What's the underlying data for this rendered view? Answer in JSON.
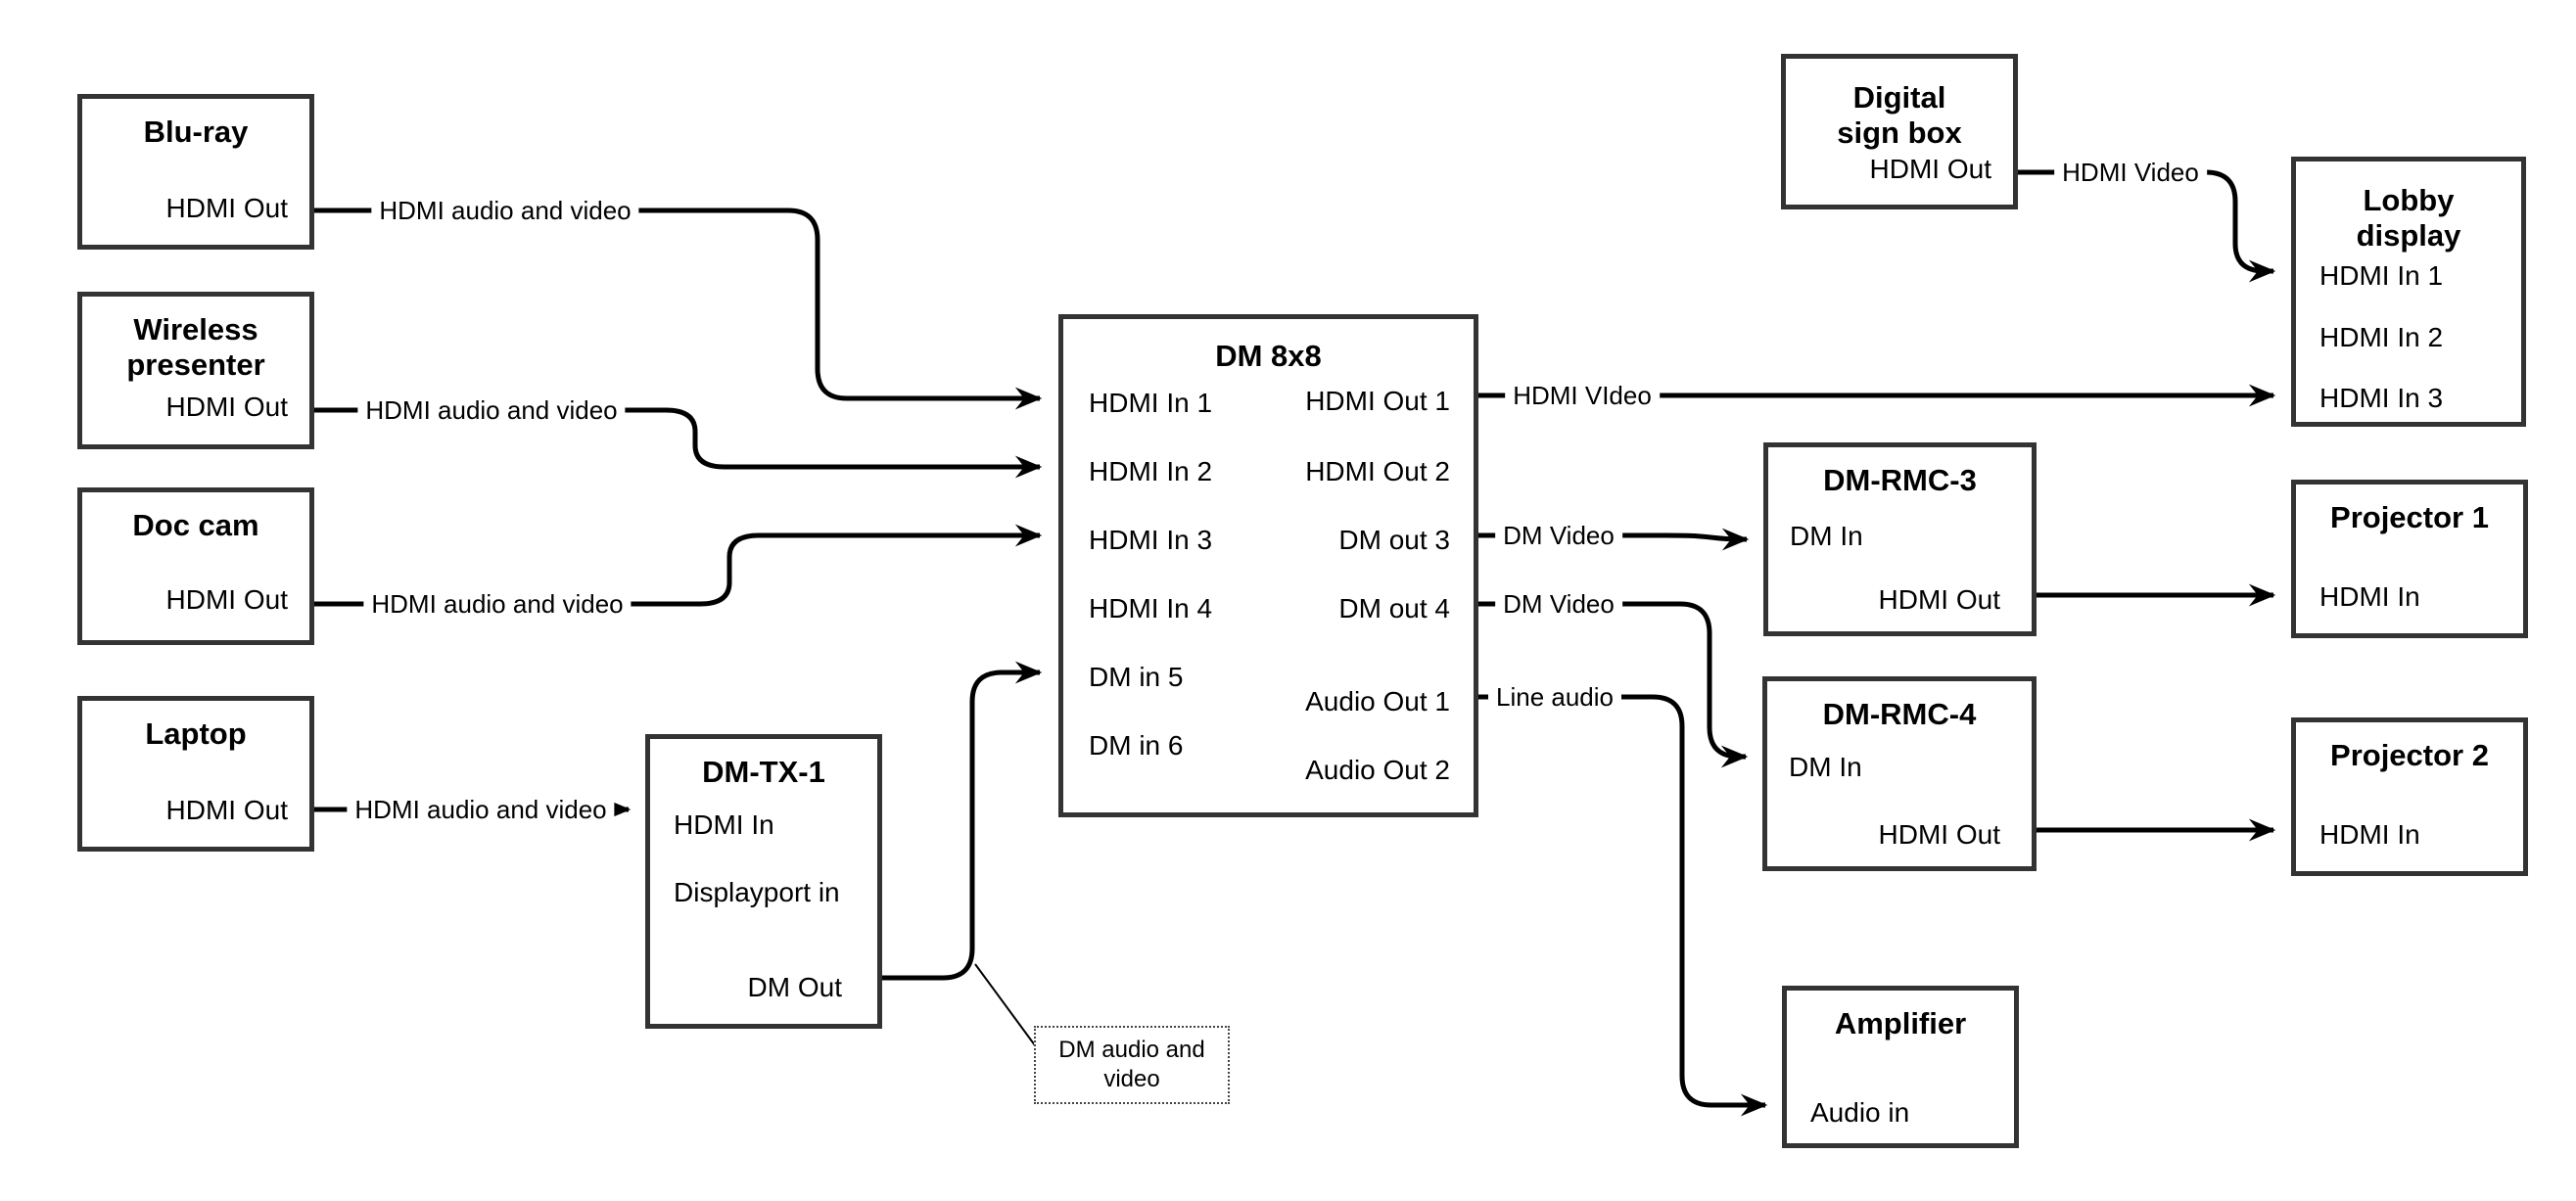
{
  "colors": {
    "box_border": "#333333",
    "wire": "#000000",
    "background": "#ffffff"
  },
  "boxes": {
    "bluray": {
      "title": "Blu-ray",
      "port_out": "HDMI Out"
    },
    "wireless": {
      "title": "Wireless presenter",
      "port_out": "HDMI Out"
    },
    "doccam": {
      "title": "Doc cam",
      "port_out": "HDMI Out"
    },
    "laptop": {
      "title": "Laptop",
      "port_out": "HDMI Out"
    },
    "dmtx1": {
      "title": "DM-TX-1",
      "ports": [
        "HDMI In",
        "Displayport in",
        "DM Out"
      ]
    },
    "dm8x8": {
      "title": "DM 8x8",
      "inputs": [
        "HDMI In 1",
        "HDMI In 2",
        "HDMI In 3",
        "HDMI In 4",
        "DM in 5",
        "DM in 6"
      ],
      "outputs": [
        "HDMI Out 1",
        "HDMI Out 2",
        "DM out 3",
        "DM out 4",
        "Audio Out 1",
        "Audio Out 2"
      ]
    },
    "digital_sign": {
      "title": "Digital sign box",
      "port_out": "HDMI Out"
    },
    "lobby": {
      "title": "Lobby display",
      "inputs": [
        "HDMI In 1",
        "HDMI In 2",
        "HDMI In 3"
      ]
    },
    "rmc3": {
      "title": "DM-RMC-3",
      "port_in": "DM In",
      "port_out": "HDMI Out"
    },
    "rmc4": {
      "title": "DM-RMC-4",
      "port_in": "DM In",
      "port_out": "HDMI Out"
    },
    "amplifier": {
      "title": "Amplifier",
      "port_in": "Audio in"
    },
    "proj1": {
      "title": "Projector 1",
      "port_in": "HDMI In"
    },
    "proj2": {
      "title": "Projector 2",
      "port_in": "HDMI In"
    }
  },
  "wire_labels": {
    "bluray_wire": "HDMI audio and video",
    "wireless_wire": "HDMI audio and video",
    "doccam_wire": "HDMI audio and video",
    "laptop_wire": "HDMI audio and video",
    "hdmi_out1_wire": "HDMI VIdeo",
    "dm_out3_wire": "DM Video",
    "dm_out4_wire": "DM Video",
    "audio_out1_wire": "Line audio",
    "digital_sign_wire": "HDMI Video"
  },
  "note": {
    "text": "DM audio and video"
  }
}
